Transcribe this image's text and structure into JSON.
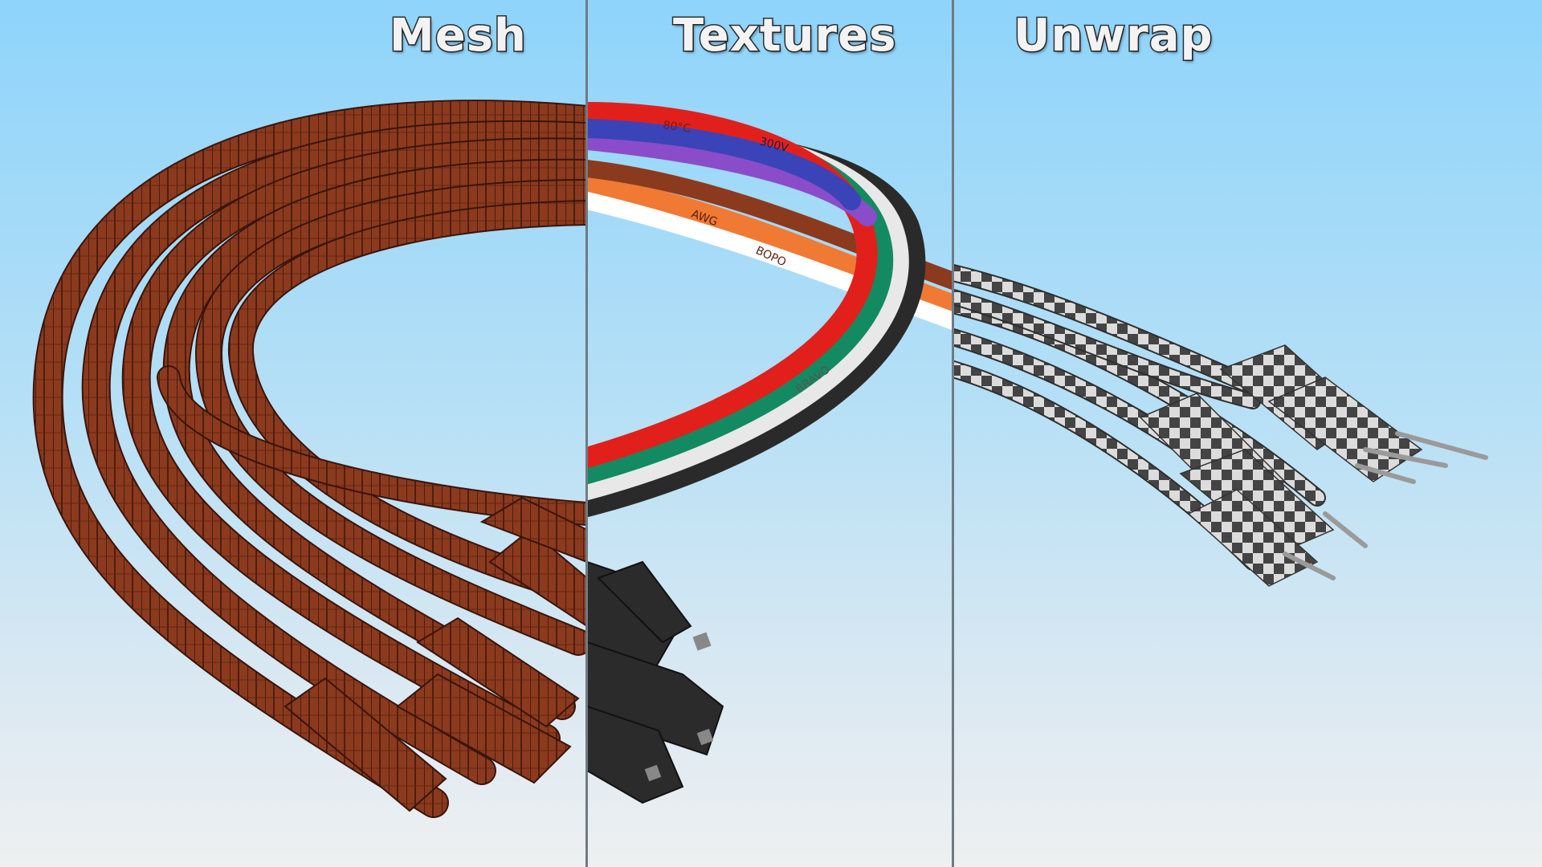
{
  "panels": [
    {
      "title": "Mesh"
    },
    {
      "title": "Textures"
    },
    {
      "title": "Unwrap"
    }
  ],
  "wire_labels": {
    "a": "80°C",
    "b": "300V",
    "c": "BOPO",
    "d": "AWG",
    "e": "BRAVO"
  },
  "colors": {
    "mesh_wire": "#8b3a1e",
    "mesh_lines": "#3a140a",
    "divider": "#6f7b84",
    "wire_red": "#e1201c",
    "wire_blue": "#3a43b8",
    "wire_purple": "#8a4cc8",
    "wire_green": "#138a62",
    "wire_white": "#e8e8e8",
    "wire_black": "#2a2a2a",
    "wire_orange": "#f07a34",
    "connector": "#2b2b2b",
    "checker_dark": "#444444",
    "checker_light": "#dcdcdc"
  }
}
